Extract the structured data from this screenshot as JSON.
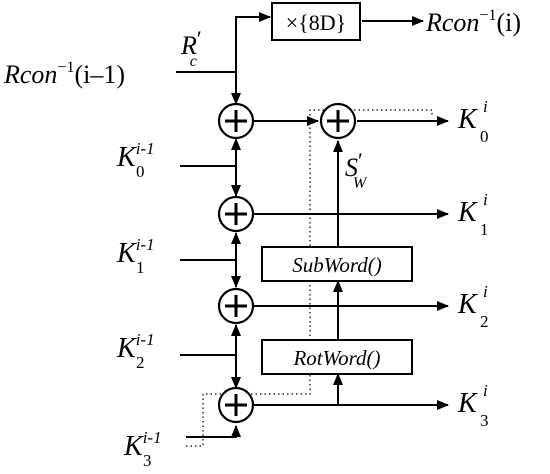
{
  "diagram": {
    "multiplier_label": "×{8D}",
    "rcon_out": {
      "main": "Rcon",
      "sup": "−1",
      "tail": "(i)"
    },
    "rcon_in": {
      "main": "Rcon",
      "sup": "−1",
      "tail": "(i–1)"
    },
    "rc_prime": {
      "main": "R",
      "sub": "c",
      "prime": "′"
    },
    "sw_prime": {
      "main": "S",
      "sub": "W",
      "prime": "′"
    },
    "subword_label": "SubWord()",
    "rotword_label": "RotWord()",
    "inputs": [
      {
        "main": "K",
        "sub": "0",
        "sup": "i-1"
      },
      {
        "main": "K",
        "sub": "1",
        "sup": "i-1"
      },
      {
        "main": "K",
        "sub": "2",
        "sup": "i-1"
      },
      {
        "main": "K",
        "sub": "3",
        "sup": "i-1"
      }
    ],
    "outputs": [
      {
        "main": "K",
        "sub": "0",
        "sup": "i"
      },
      {
        "main": "K",
        "sub": "1",
        "sup": "i"
      },
      {
        "main": "K",
        "sub": "2",
        "sup": "i"
      },
      {
        "main": "K",
        "sub": "3",
        "sup": "i"
      }
    ]
  }
}
